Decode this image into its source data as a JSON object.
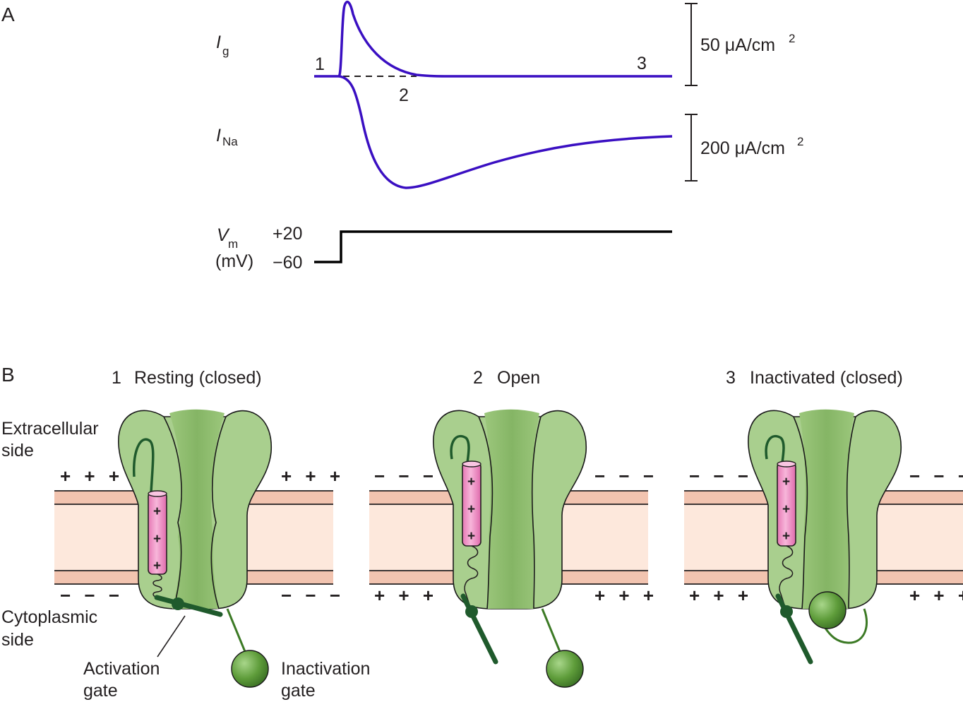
{
  "panel_a": {
    "label": "A",
    "ig_label": "I",
    "ig_sub": "g",
    "ina_label": "I",
    "ina_sub": "Na",
    "vm_label": "V",
    "vm_sub": "m",
    "vm_unit": "(mV)",
    "vm_high": "+20",
    "vm_low": "−60",
    "marker_1": "1",
    "marker_2": "2",
    "marker_3": "3",
    "scale_ig_value": "50 μA/cm",
    "scale_ig_exp": "2",
    "scale_ina_value": "200 μA/cm",
    "scale_ina_exp": "2",
    "trace_color": "#3a0fc2"
  },
  "panel_b": {
    "label": "B",
    "extracellular": [
      "Extracellular",
      "side"
    ],
    "cytoplasmic": [
      "Cytoplasmic",
      "side"
    ],
    "activation_gate": [
      "Activation",
      "gate"
    ],
    "inactivation_gate": [
      "Inactivation",
      "gate"
    ],
    "states": [
      {
        "number": "1",
        "title": "Resting (closed)",
        "top_charge": "+ + +",
        "bottom_charge": "− − −"
      },
      {
        "number": "2",
        "title": "Open",
        "top_charge": "− − −",
        "bottom_charge": "+ + +"
      },
      {
        "number": "3",
        "title": "Inactivated (closed)",
        "top_charge": "− − −",
        "bottom_charge": "+ + +"
      }
    ],
    "voltage_sensor_charge": "+",
    "colors": {
      "channel_fill": "#a9cf8e",
      "pore_fill": "#8ebc6e",
      "gate_dark": "#1f5a2c",
      "ball_fill": "#5e9c3a",
      "sensor_fill": "#ee8ec4",
      "membrane_outer": "#f2c4b0",
      "membrane_inner": "#fde8dc"
    }
  }
}
